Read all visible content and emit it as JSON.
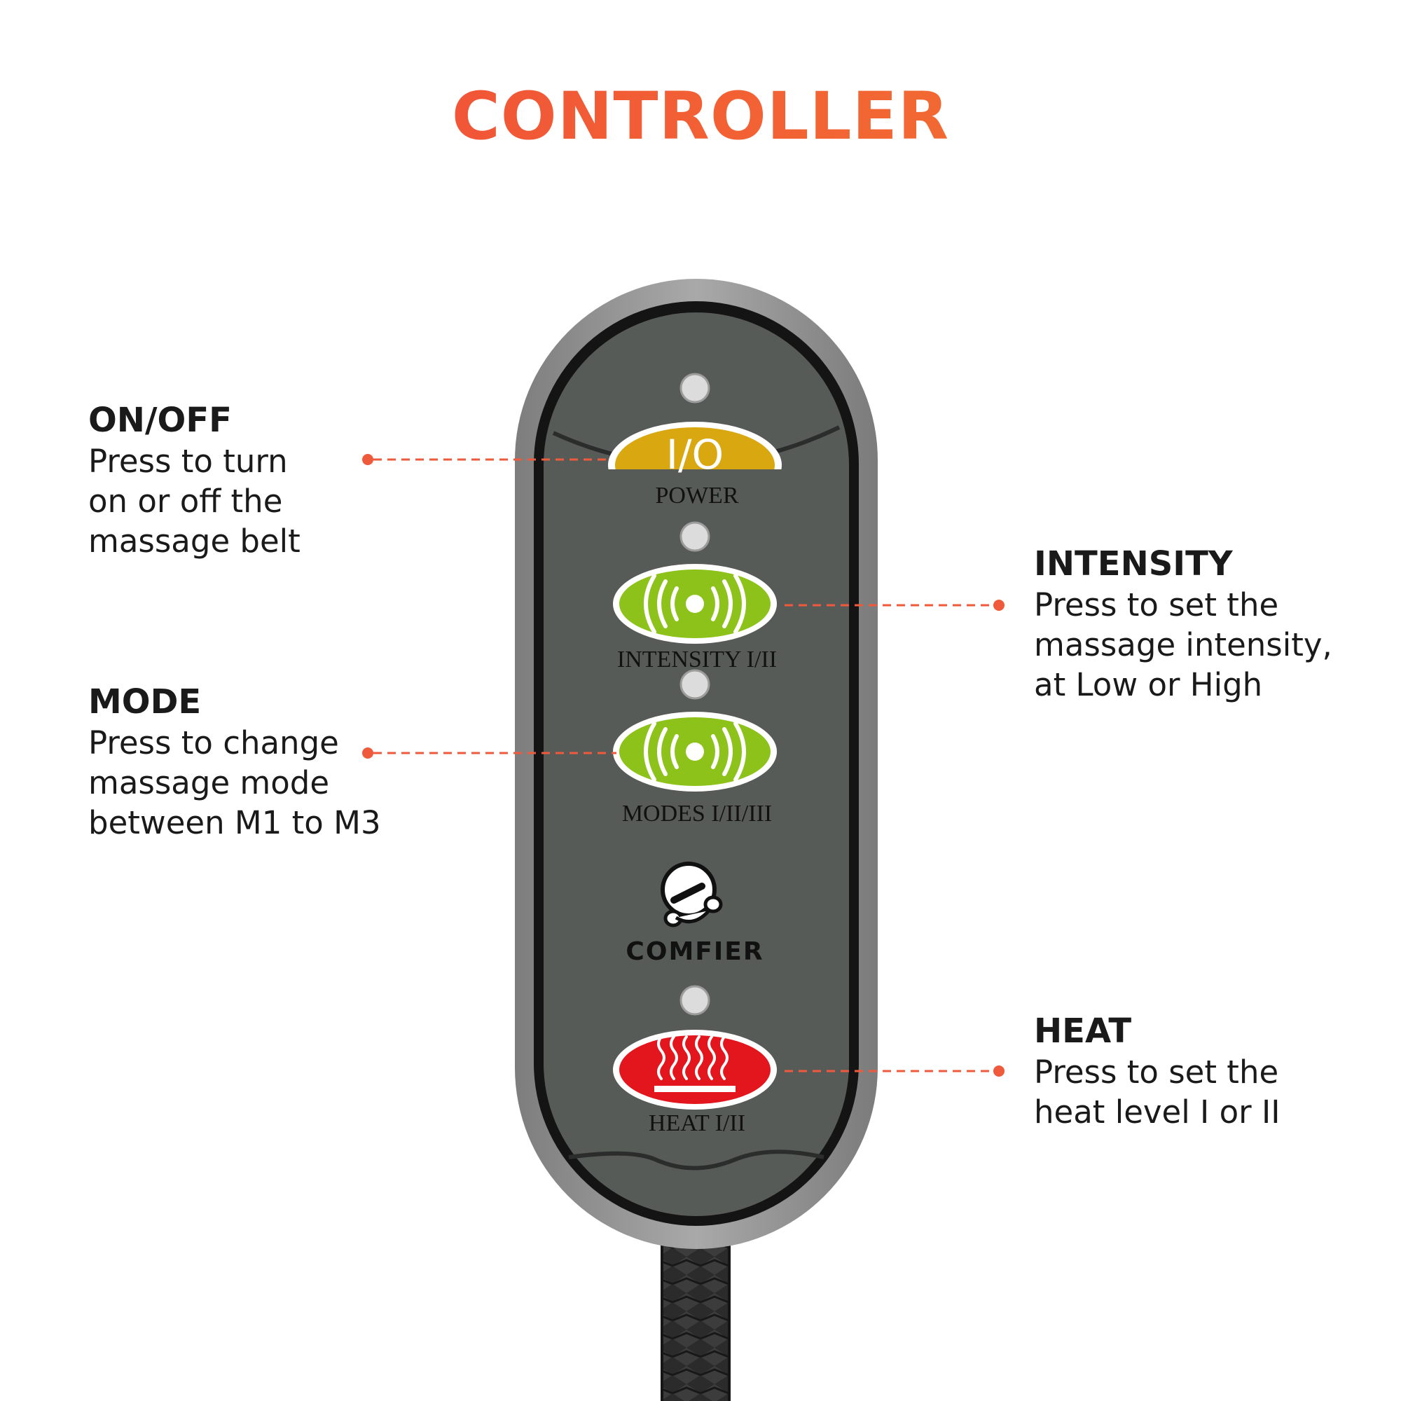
{
  "title": "CONTROLLER",
  "colors": {
    "title_start": "#f0453a",
    "title_end": "#f37a2f",
    "leader": "#f05a3c",
    "power_button": "#d9a710",
    "intensity_button": "#8cc21a",
    "heat_button": "#e3161d",
    "panel": "#575b58",
    "shell": "#8a8a8a"
  },
  "callouts": {
    "onoff": {
      "heading": "ON/OFF",
      "body": "Press to turn\non or off the\nmassage belt"
    },
    "mode": {
      "heading": "MODE",
      "body": "Press to change\nmassage mode\nbetween M1 to M3"
    },
    "intensity": {
      "heading": "INTENSITY",
      "body": "Press to set the\nmassage intensity,\nat Low or High"
    },
    "heat": {
      "heading": "HEAT",
      "body": "Press to set the\nheat level I or II"
    }
  },
  "controller": {
    "power": {
      "symbol": "I/O",
      "label": "POWER",
      "icon": "power-icon"
    },
    "intensity": {
      "label": "INTENSITY I/II",
      "icon": "vibration-icon"
    },
    "modes": {
      "label": "MODES I/II/III",
      "icon": "vibration-icon"
    },
    "brand": {
      "name": "COMFIER",
      "icon": "mascot-logo"
    },
    "heat": {
      "label": "HEAT I/II",
      "icon": "heat-waves-icon"
    }
  }
}
